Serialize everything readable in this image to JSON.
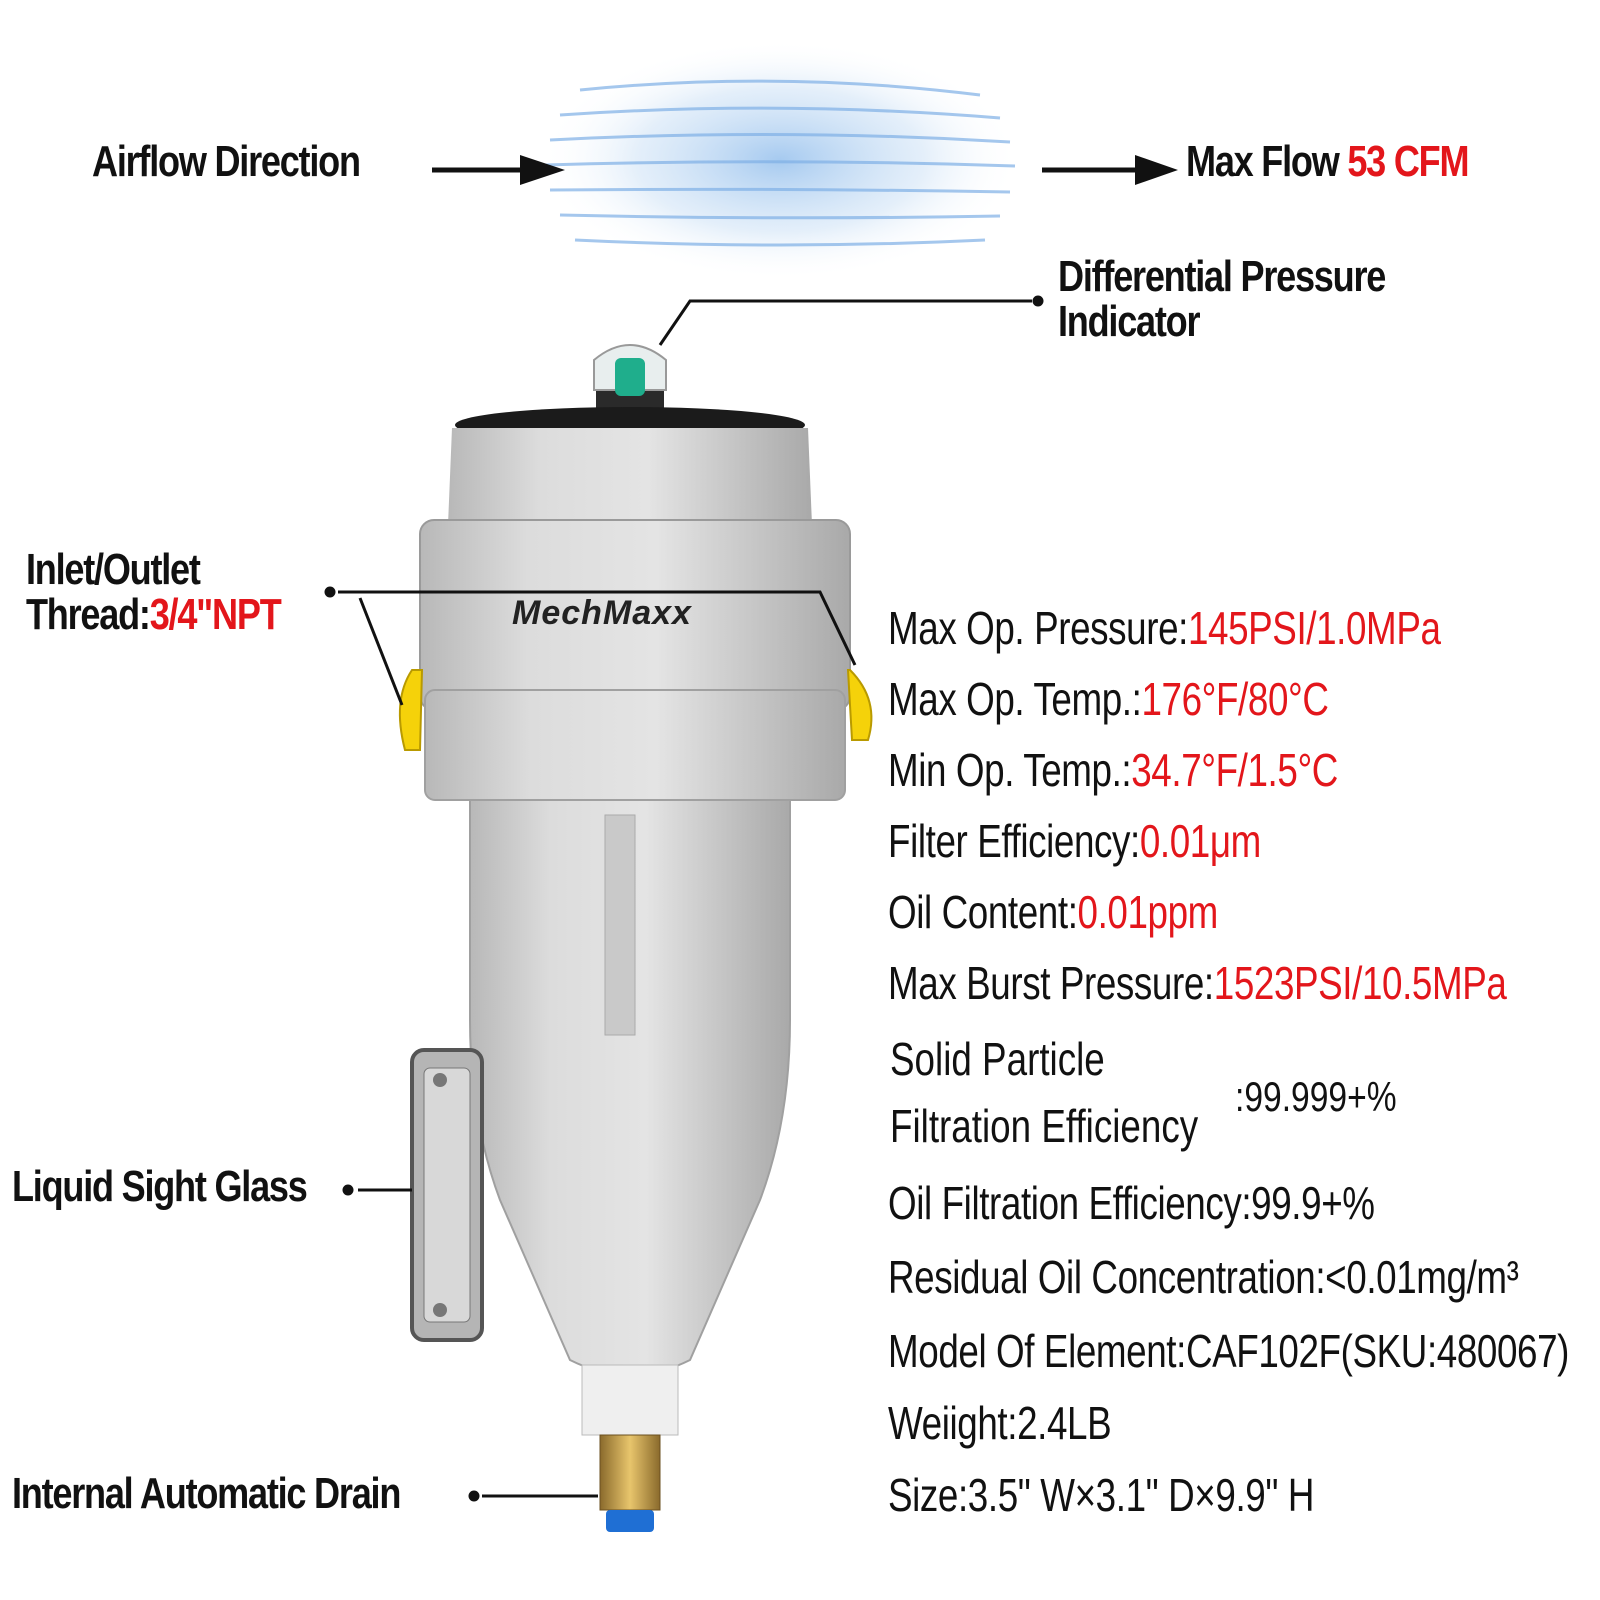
{
  "labels": {
    "airflow_direction": "Airflow Direction",
    "max_flow_label": "Max Flow",
    "max_flow_value": "53 CFM",
    "differential_pressure_line1": "Differential Pressure",
    "differential_pressure_line2": "Indicator",
    "inlet_outlet_line1": "Inlet/Outlet",
    "thread_label": "Thread:",
    "thread_value": "3/4\"NPT",
    "liquid_sight_glass": "Liquid Sight Glass",
    "internal_automatic_drain": "Internal Automatic Drain"
  },
  "brand": "MechMaxx",
  "specs": [
    {
      "label": "Max Op. Pressure:",
      "value": "145PSI/1.0MPa"
    },
    {
      "label": "Max Op. Temp.:",
      "value": "176°F/80°C"
    },
    {
      "label": "Min Op. Temp.:",
      "value": "34.7°F/1.5°C"
    },
    {
      "label": "Filter Efficiency:",
      "value": "0.01μm"
    },
    {
      "label": "Oil Content:",
      "value": "0.01ppm"
    },
    {
      "label": "Max Burst Pressure:",
      "value": "1523PSI/10.5MPa"
    }
  ],
  "solid_particle": {
    "line1": "Solid Particle",
    "line2": "Filtration Efficiency",
    "value": ":99.999+%"
  },
  "specs_plain": [
    "Oil Filtration Efficiency:99.9+%",
    "Residual Oil Concentration:<0.01mg/m³",
    "Model Of Element:CAF102F(SKU:480067)",
    "Weiight:2.4LB",
    "Size:3.5\" W×3.1\" D×9.9\" H"
  ],
  "colors": {
    "accent_red": "#e3161b",
    "body_gray": "#d9d9d9",
    "valve_yellow": "#f5d20a"
  }
}
